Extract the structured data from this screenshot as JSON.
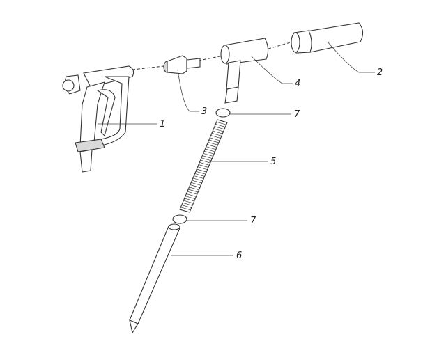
{
  "callouts": [
    {
      "number": "1",
      "part": "spray-gun"
    },
    {
      "number": "2",
      "part": "nozzle-cone"
    },
    {
      "number": "3",
      "part": "adapter"
    },
    {
      "number": "4",
      "part": "t-fitting"
    },
    {
      "number": "5",
      "part": "flexible-hose"
    },
    {
      "number": "6",
      "part": "probe-lance"
    },
    {
      "number": "7",
      "part": "ring-top"
    },
    {
      "number": "7",
      "part": "ring-bottom"
    }
  ]
}
